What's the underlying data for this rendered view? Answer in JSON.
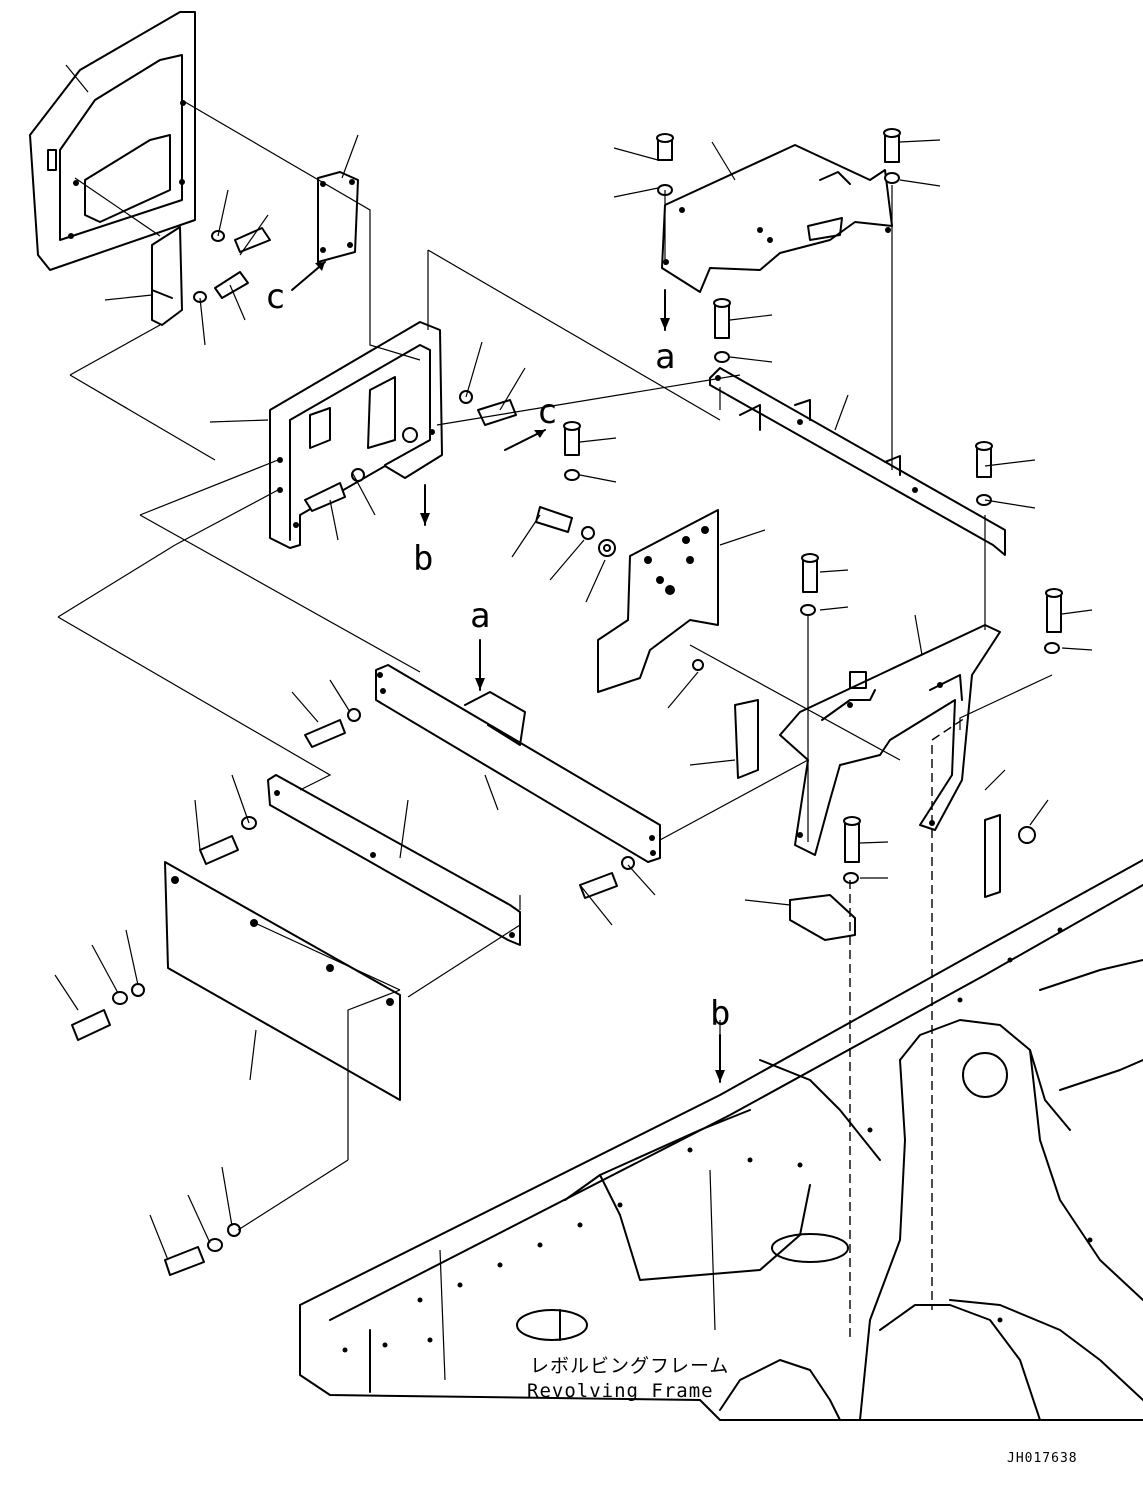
{
  "diagram": {
    "frame_label_jp": "レボルビングフレーム",
    "frame_label_en": "Revolving Frame",
    "drawing_code": "JH017638",
    "view_markers": {
      "a": "a",
      "b": "b",
      "c": "c"
    }
  }
}
